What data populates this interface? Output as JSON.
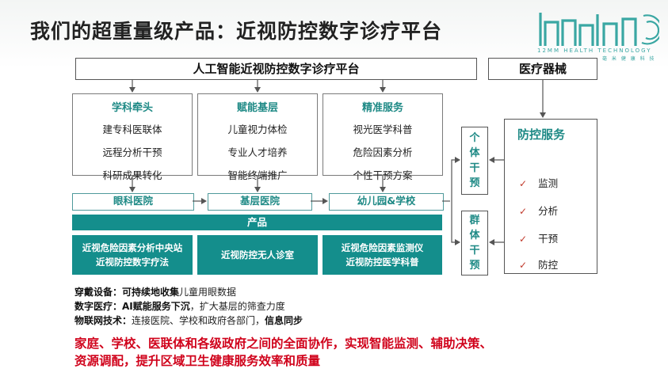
{
  "title": "我们的超重量级产品：近视防控数字诊疗平台",
  "logo": {
    "text": "12MM HEALTH TECHNOLOGY",
    "sub": "毫 米 健 康 科 技"
  },
  "platform": "人工智能近视防控数字诊疗平台",
  "device": "医疗器械",
  "columns": [
    {
      "header": "学科牵头",
      "items": [
        "建专科医联体",
        "远程分析干预",
        "科研成果转化"
      ]
    },
    {
      "header": "赋能基层",
      "items": [
        "儿童视力体检",
        "专业人才培养",
        "智能终端推广"
      ]
    },
    {
      "header": "精准服务",
      "items": [
        "视光医学科普",
        "危险因素分析",
        "个性干预方案"
      ]
    }
  ],
  "tiers": [
    "眼科医院",
    "基层医院",
    "幼儿园&学校"
  ],
  "product_label": "产品",
  "products": [
    [
      "近视危险因素分析中央站",
      "近视防控数字疗法"
    ],
    [
      "近视防控无人诊室"
    ],
    [
      "近视危险因素监测仪",
      "近视防控医学科普"
    ]
  ],
  "side": {
    "individual": [
      "个",
      "体",
      "干",
      "预"
    ],
    "group": [
      "群",
      "体",
      "干",
      "预"
    ]
  },
  "service": {
    "header": "防控服务",
    "items": [
      "监测",
      "分析",
      "干预",
      "防控"
    ],
    "check": "✓"
  },
  "notes": [
    {
      "bold": "穿戴设备：可持续地收集",
      "rest": "儿童用眼数据",
      "bold2": ""
    },
    {
      "bold": "数字医疗：AI赋能服务下沉",
      "rest": "，扩大基层的筛查力度",
      "bold2": ""
    },
    {
      "bold": "物联网技术：",
      "rest": "连接医院、学校和政府各部门，",
      "bold2": "信息同步"
    }
  ],
  "cta": [
    "家庭、学校、医联体和各级政府之间的全面协作，实现智能监测、辅助决策、",
    "资源调配，提升区域卫生健康服务效率和质量"
  ],
  "colors": {
    "accent": "#148e8c",
    "teal_text": "#1f8a86",
    "cta": "#d0021b",
    "check": "#c0392b"
  }
}
